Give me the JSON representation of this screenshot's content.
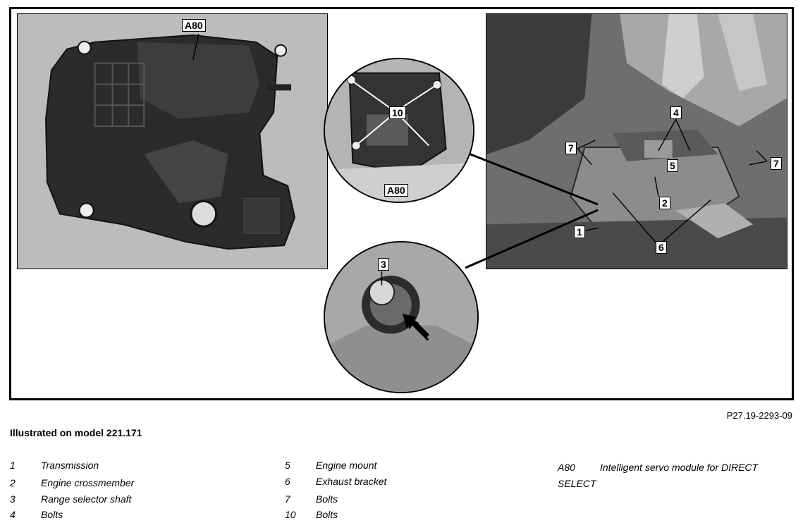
{
  "figure": {
    "callouts": {
      "a80_left": "A80",
      "a80_inset": "A80",
      "ten": "10",
      "three": "3",
      "four": "4",
      "five": "5",
      "seven_left": "7",
      "seven_right": "7",
      "two": "2",
      "one": "1",
      "six": "6"
    },
    "diagram_id": "P27.19-2293-09"
  },
  "caption": "Illustrated on model 221.171",
  "legend": [
    {
      "num": "1",
      "label": "Transmission"
    },
    {
      "num": "2",
      "label": "Engine crossmember"
    },
    {
      "num": "3",
      "label": "Range selector shaft"
    },
    {
      "num": "4",
      "label": "Bolts"
    },
    {
      "num": "5",
      "label": "Engine mount"
    },
    {
      "num": "6",
      "label": "Exhaust bracket"
    },
    {
      "num": "7",
      "label": "Bolts"
    },
    {
      "num": "10",
      "label": "Bolts"
    },
    {
      "num": "A80",
      "label": "Intelligent servo module for DIRECT SELECT"
    }
  ]
}
